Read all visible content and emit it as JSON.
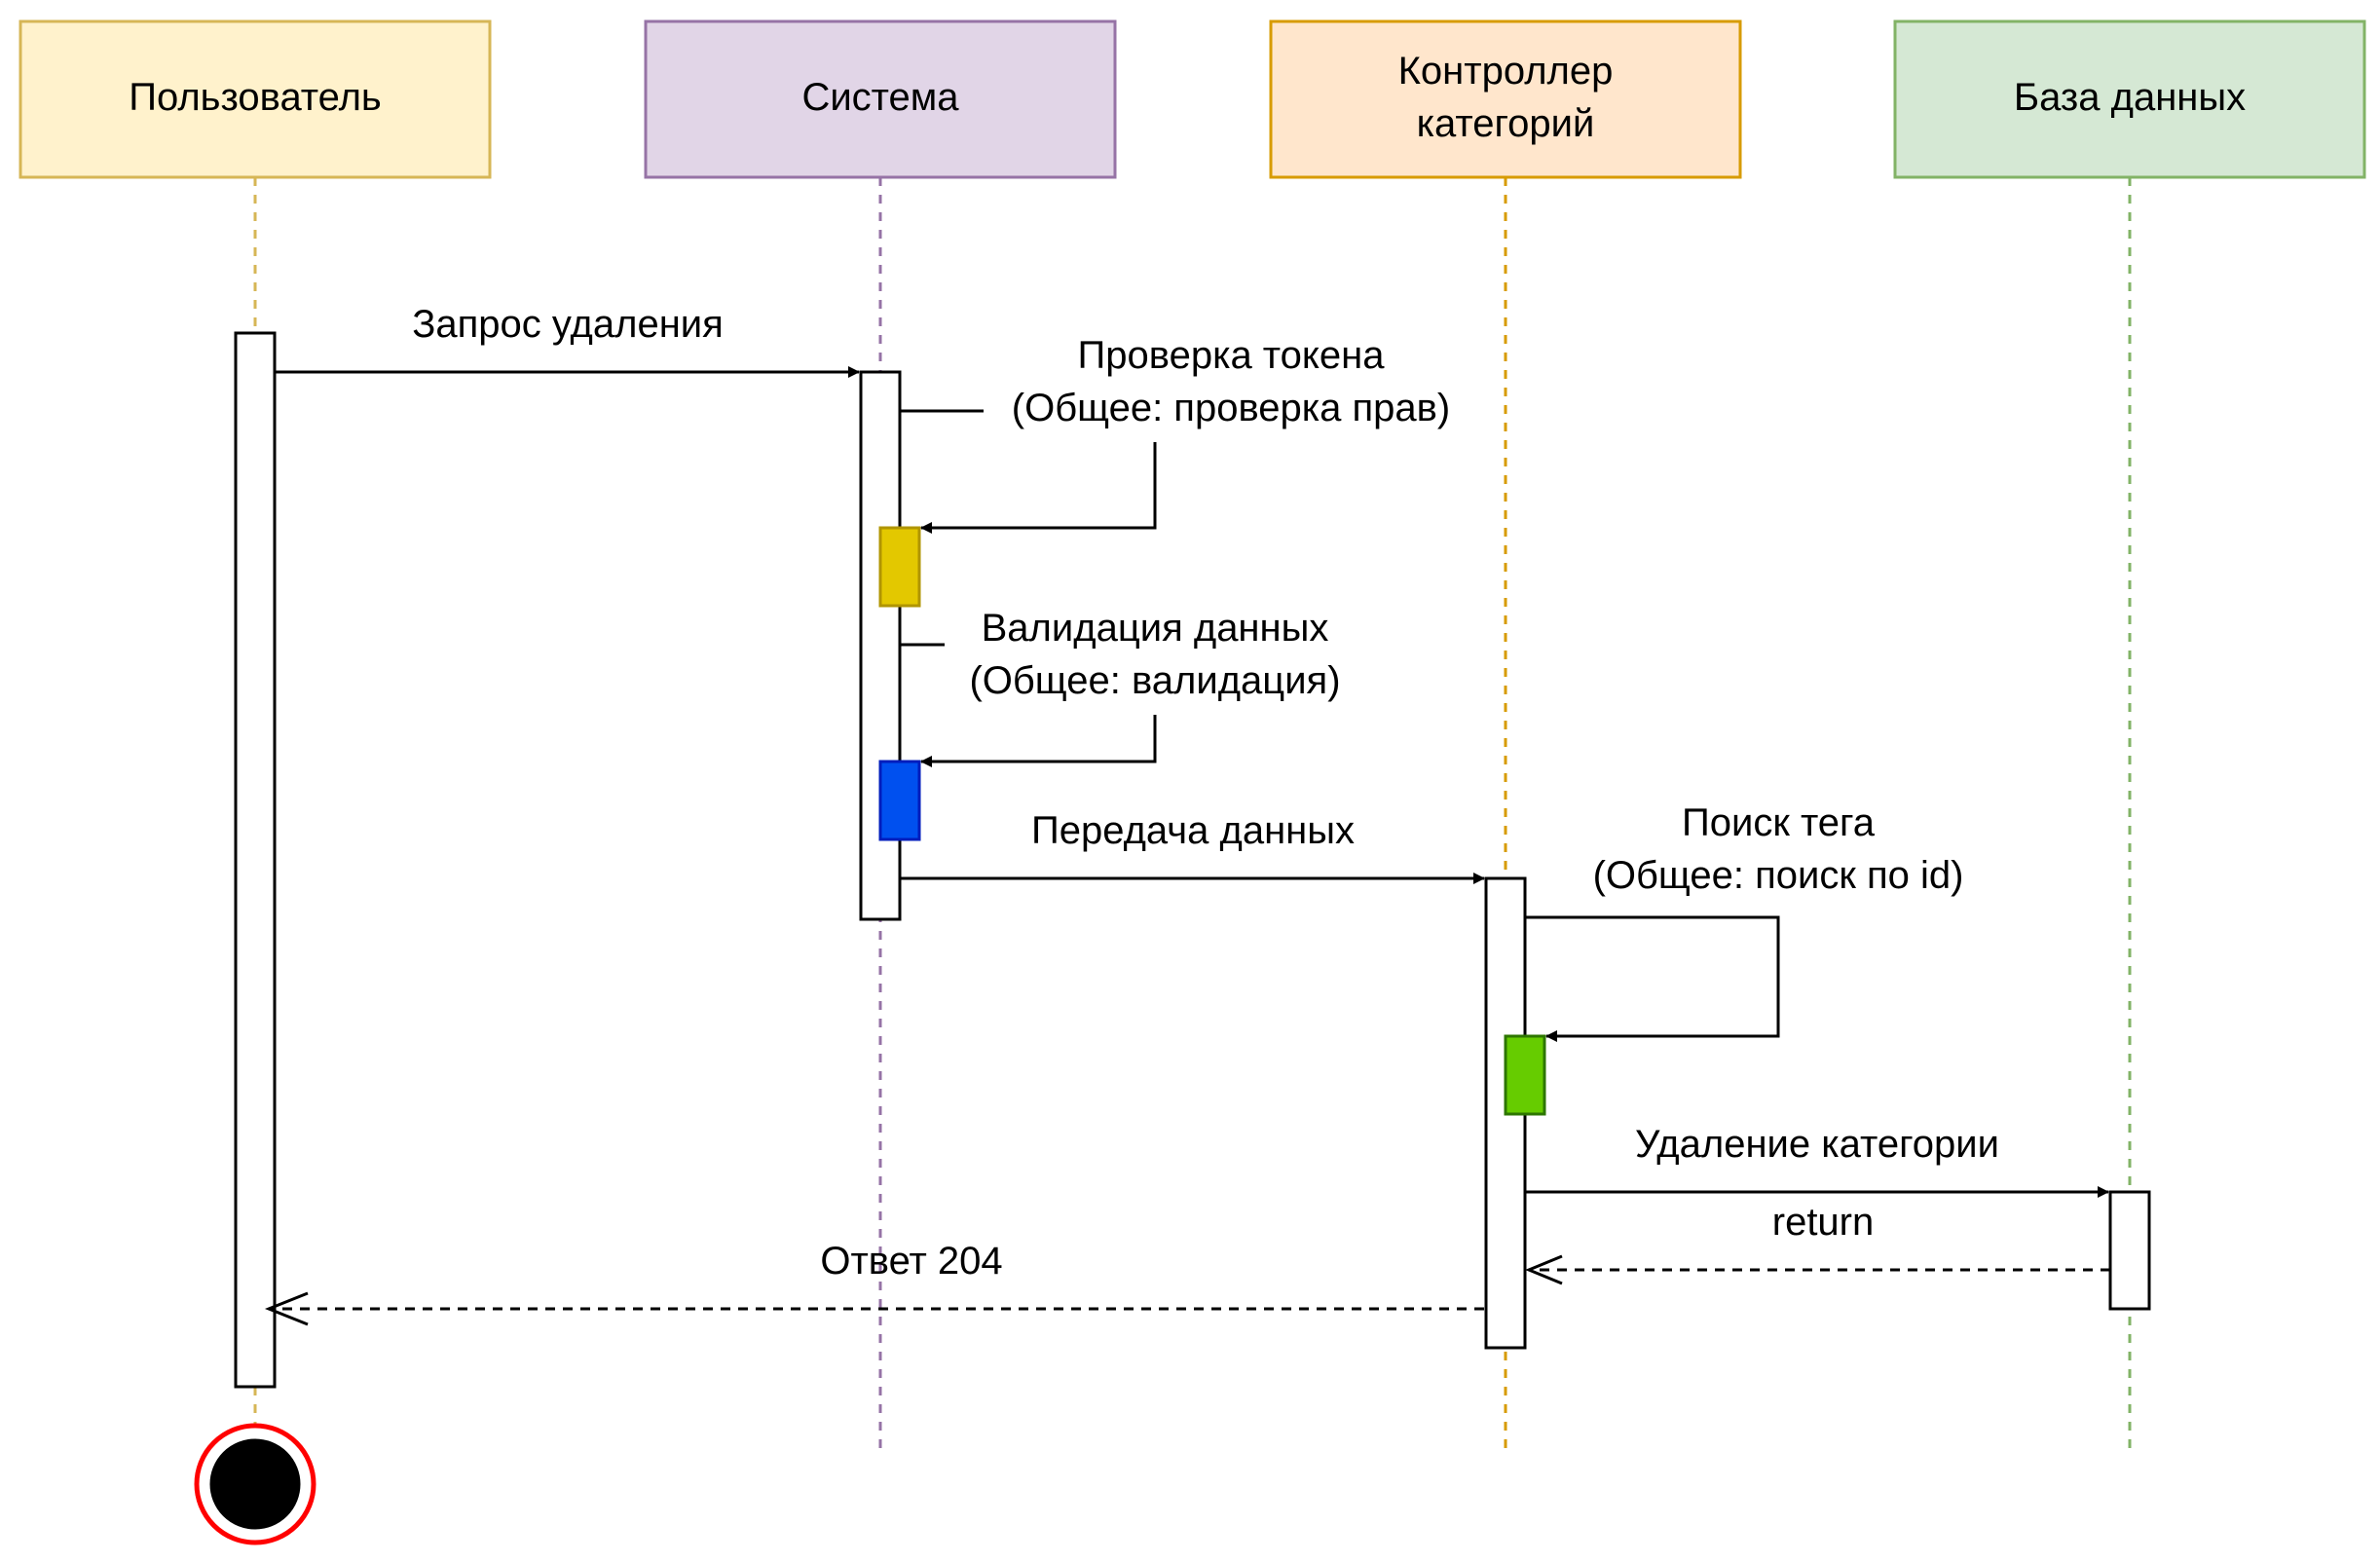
{
  "participants": [
    {
      "label": [
        "Пользователь"
      ],
      "fill": "#FFF2CC",
      "stroke": "#D6B656"
    },
    {
      "label": [
        "Система"
      ],
      "fill": "#E1D5E7",
      "stroke": "#9673A6"
    },
    {
      "label": [
        "Контроллер",
        "категорий"
      ],
      "fill": "#FFE6CC",
      "stroke": "#D79B00"
    },
    {
      "label": [
        "База данных"
      ],
      "fill": "#D5E8D4",
      "stroke": "#82B366"
    }
  ],
  "messages": [
    {
      "label": [
        "Запрос удаления"
      ],
      "style": "sync"
    },
    {
      "label": [
        "Проверка токена",
        "(Общее: проверка прав)"
      ],
      "style": "self"
    },
    {
      "label": [
        "Валидация данных",
        "(Общее: валидация)"
      ],
      "style": "self"
    },
    {
      "label": [
        "Передача данных"
      ],
      "style": "sync"
    },
    {
      "label": [
        "Поиск тега",
        "(Общее: поиск по id)"
      ],
      "style": "self"
    },
    {
      "label": [
        "Удаление категории"
      ],
      "style": "sync"
    },
    {
      "label": [
        "return"
      ],
      "style": "return"
    },
    {
      "label": [
        "Ответ 204"
      ],
      "style": "return"
    }
  ],
  "activation_colors": {
    "token_check": {
      "fill": "#E3C800",
      "stroke": "#B09500"
    },
    "validation": {
      "fill": "#0050EF",
      "stroke": "#001DBC"
    },
    "tag_search": {
      "fill": "#66CC00",
      "stroke": "#2D7600"
    }
  },
  "end_state": {
    "stroke": "#FF0000",
    "fill": "#000000"
  }
}
